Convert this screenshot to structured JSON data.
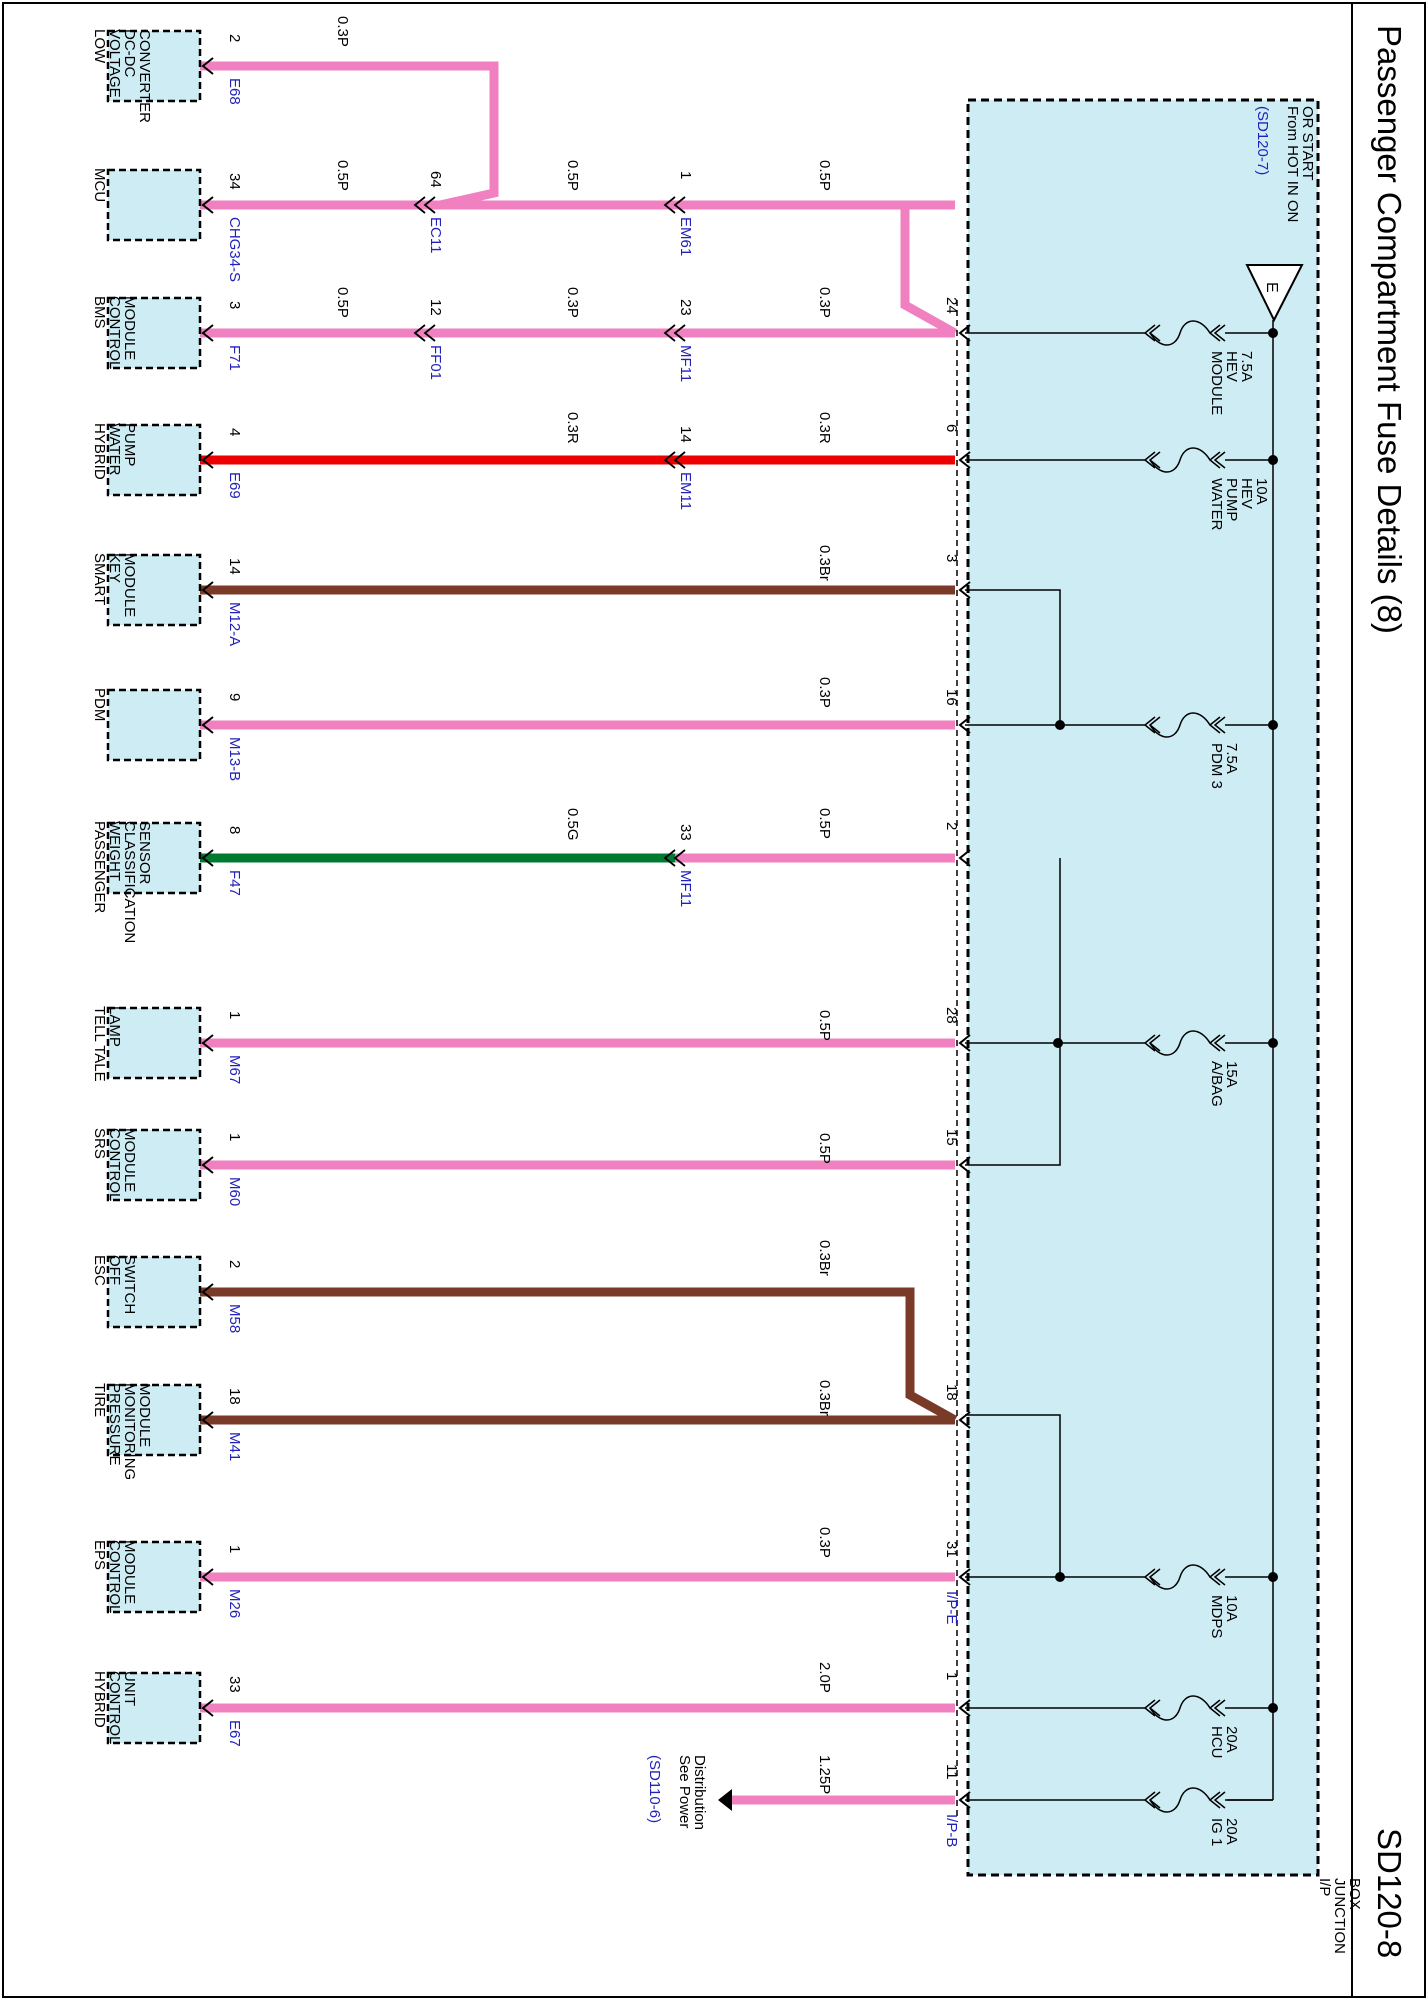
{
  "page": {
    "title": "Passenger Compartment Fuse Details (8)",
    "page_code": "SD120-8"
  },
  "junction_box": {
    "label_lines": [
      "I/P",
      "JUNCTION",
      "BOX"
    ],
    "source_lines": [
      "From HOT IN ON",
      "OR START"
    ],
    "source_ref": "(SD120-7)",
    "source_letter": "E"
  },
  "colors": {
    "wire_pink": "#f080c0",
    "wire_red": "#ee0000",
    "wire_brown": "#7a3a28",
    "wire_green": "#007a30",
    "box_fill": "#cdecf3",
    "connector_ref": "#2222bb"
  },
  "fuses": [
    {
      "id": "module-hev",
      "lines": [
        "MODULE",
        "HEV",
        "7.5A"
      ]
    },
    {
      "id": "water-pump-hev",
      "lines": [
        "WATER",
        "PUMP",
        "HEV",
        "10A"
      ]
    },
    {
      "id": "pdm-3",
      "lines": [
        "PDM 3",
        "7.5A"
      ]
    },
    {
      "id": "a-bag",
      "lines": [
        "A/BAG",
        "15A"
      ]
    },
    {
      "id": "mdps",
      "lines": [
        "MDPS",
        "10A"
      ]
    },
    {
      "id": "hcu",
      "lines": [
        "HCU",
        "20A"
      ]
    },
    {
      "id": "ig-1",
      "lines": [
        "IG 1",
        "20A"
      ]
    }
  ],
  "box_pins": [
    {
      "pin": "24"
    },
    {
      "pin": "6"
    },
    {
      "pin": "3"
    },
    {
      "pin": "16"
    },
    {
      "pin": "2"
    },
    {
      "pin": "28"
    },
    {
      "pin": "15"
    },
    {
      "pin": "18"
    },
    {
      "pin": "31",
      "conn": "I/P-E"
    },
    {
      "pin": "1"
    },
    {
      "pin": "11",
      "conn": "I/P-B"
    }
  ],
  "devices": [
    {
      "id": "ldc",
      "lines": [
        "LOW",
        "VOLTAGE",
        "DC-DC",
        "CONVERTER"
      ],
      "pin": "2",
      "conn": "E68"
    },
    {
      "id": "mcu",
      "lines": [
        "MCU"
      ],
      "pin": "34",
      "conn": "CHG34-S"
    },
    {
      "id": "bms",
      "lines": [
        "BMS",
        "CONTROL",
        "MODULE"
      ],
      "pin": "3",
      "conn": "F71"
    },
    {
      "id": "hwp",
      "lines": [
        "HYBRID",
        "WATER",
        "PUMP"
      ],
      "pin": "4",
      "conn": "E69"
    },
    {
      "id": "smk",
      "lines": [
        "SMART",
        "KEY",
        "MODULE"
      ],
      "pin": "14",
      "conn": "M12-A"
    },
    {
      "id": "pdm",
      "lines": [
        "PDM"
      ],
      "pin": "9",
      "conn": "M13-B"
    },
    {
      "id": "pwcs",
      "lines": [
        "PASSENGER",
        "WEIGHT",
        "CLASSIFICATION",
        "SENSOR"
      ],
      "pin": "8",
      "conn": "F47"
    },
    {
      "id": "tell",
      "lines": [
        "TELL TALE",
        "LAMP"
      ],
      "pin": "1",
      "conn": "M67"
    },
    {
      "id": "srs",
      "lines": [
        "SRS",
        "CONTROL",
        "MODULE"
      ],
      "pin": "1",
      "conn": "M60"
    },
    {
      "id": "esc",
      "lines": [
        "ESC",
        "OFF",
        "SWITCH"
      ],
      "pin": "2",
      "conn": "M58"
    },
    {
      "id": "tpms",
      "lines": [
        "TIRE",
        "PRESSURE",
        "MONITORING",
        "MODULE"
      ],
      "pin": "18",
      "conn": "M41"
    },
    {
      "id": "eps",
      "lines": [
        "EPS",
        "CONTROL",
        "MODULE"
      ],
      "pin": "1",
      "conn": "M26"
    },
    {
      "id": "hcu",
      "lines": [
        "HYBRID",
        "CONTROL",
        "UNIT"
      ],
      "pin": "33",
      "conn": "E67"
    }
  ],
  "inline_connectors": [
    {
      "id": "ec11",
      "pin": "64",
      "conn": "EC11"
    },
    {
      "id": "em61",
      "pin": "1",
      "conn": "EM61"
    },
    {
      "id": "ff01",
      "pin": "12",
      "conn": "FF01"
    },
    {
      "id": "mf11-a",
      "pin": "23",
      "conn": "MF11"
    },
    {
      "id": "em11",
      "pin": "14",
      "conn": "EM11"
    },
    {
      "id": "mf11-b",
      "pin": "33",
      "conn": "MF11"
    }
  ],
  "wire_labels": [
    {
      "id": "ldc",
      "text": "0.3P"
    },
    {
      "id": "mcu-1",
      "text": "0.5P"
    },
    {
      "id": "mcu-2",
      "text": "0.5P"
    },
    {
      "id": "mcu-3",
      "text": "0.5P"
    },
    {
      "id": "bms-1",
      "text": "0.5P"
    },
    {
      "id": "bms-2",
      "text": "0.3P"
    },
    {
      "id": "bms-3",
      "text": "0.3P"
    },
    {
      "id": "hwp-1",
      "text": "0.3R"
    },
    {
      "id": "hwp-2",
      "text": "0.3R"
    },
    {
      "id": "smk",
      "text": "0.3Br"
    },
    {
      "id": "pdm",
      "text": "0.3P"
    },
    {
      "id": "pwcs-1",
      "text": "0.5G"
    },
    {
      "id": "pwcs-2",
      "text": "0.5P"
    },
    {
      "id": "tell",
      "text": "0.5P"
    },
    {
      "id": "srs",
      "text": "0.5P"
    },
    {
      "id": "esc",
      "text": "0.3Br"
    },
    {
      "id": "tpms",
      "text": "0.3Br"
    },
    {
      "id": "eps",
      "text": "0.3P"
    },
    {
      "id": "hcu",
      "text": "2.0P"
    },
    {
      "id": "ig1",
      "text": "1.25P"
    }
  ],
  "see_power": {
    "lines": [
      "See Power",
      "Distribution"
    ],
    "ref": "(SD110-6)"
  }
}
